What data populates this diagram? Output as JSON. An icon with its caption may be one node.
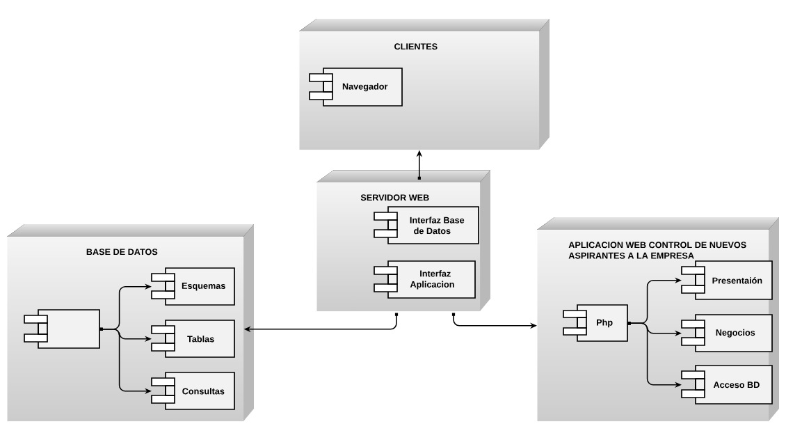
{
  "diagram": {
    "nodes": [
      {
        "text": [
          "CLIENTES"
        ]
      },
      {
        "text": [
          "Navegador"
        ],
        "in": 0
      },
      {
        "text": [
          "SERVIDOR WEB"
        ]
      },
      {
        "text": [
          "Interfaz Base de Datos"
        ],
        "in": 2
      },
      {
        "text": [
          "Interfaz Aplicacion"
        ],
        "in": 2
      },
      {
        "text": [
          "BASE DE DATOS"
        ]
      },
      {
        "text": [],
        "shape": "box",
        "in": 5
      },
      {
        "text": [
          "Esquemas"
        ],
        "in": 5
      },
      {
        "text": [
          "Tablas"
        ],
        "in": 5
      },
      {
        "text": [
          "Consultas"
        ],
        "in": 5
      },
      {
        "text": [
          "APLICACION WEB CONTROL DE NUEVOS ASPIRANTES A LA EMPRESA"
        ]
      },
      {
        "text": [
          "Php"
        ],
        "in": 10
      },
      {
        "text": [
          "Presentaión"
        ],
        "in": 10
      },
      {
        "text": [
          "Negocios"
        ],
        "in": 10
      },
      {
        "text": [
          "Acceso BD"
        ],
        "in": 10
      }
    ],
    "edges": [
      {
        "from": 2,
        "to": 0,
        "arrow": "to"
      },
      {
        "from": 2,
        "to": 5,
        "arrow": "to"
      },
      {
        "from": 2,
        "to": 10,
        "arrow": "to"
      },
      {
        "from": 6,
        "to": 7,
        "arrow": "to"
      },
      {
        "from": 6,
        "to": 8,
        "arrow": "to"
      },
      {
        "from": 6,
        "to": 9,
        "arrow": "to"
      },
      {
        "from": 11,
        "to": 12,
        "arrow": "to"
      },
      {
        "from": 11,
        "to": 13,
        "arrow": "to"
      },
      {
        "from": 11,
        "to": 14,
        "arrow": "to"
      }
    ]
  }
}
